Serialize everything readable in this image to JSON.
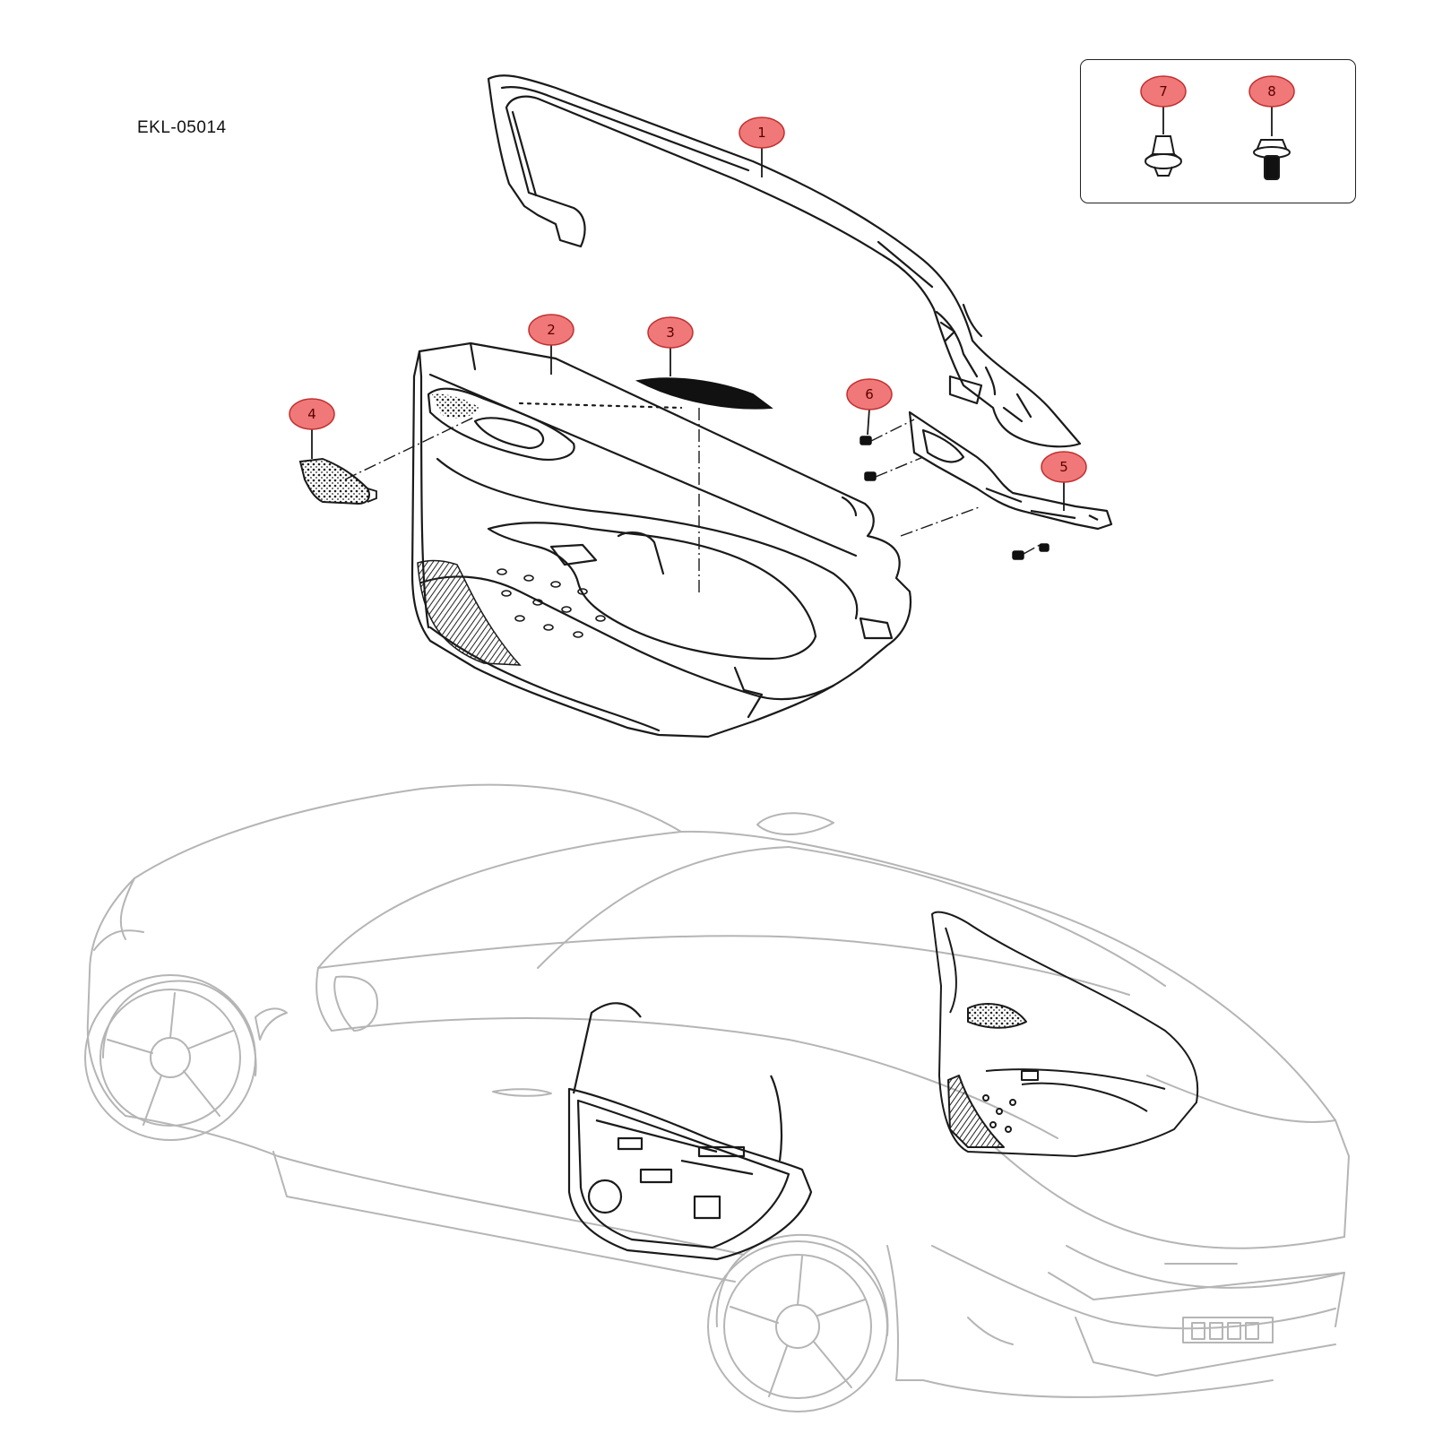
{
  "diagram": {
    "code": "EKL-05014"
  },
  "callouts": [
    {
      "id": "callout-1",
      "label": "1"
    },
    {
      "id": "callout-2",
      "label": "2"
    },
    {
      "id": "callout-3",
      "label": "3"
    },
    {
      "id": "callout-4",
      "label": "4"
    },
    {
      "id": "callout-5",
      "label": "5"
    },
    {
      "id": "callout-6",
      "label": "6"
    },
    {
      "id": "callout-7",
      "label": "7"
    },
    {
      "id": "callout-8",
      "label": "8"
    }
  ],
  "colors": {
    "callout_fill": "#f07878",
    "callout_stroke": "#c03030",
    "line": "#1a1a1a",
    "car_outline": "#b5b5b5",
    "hatch": "#222222"
  }
}
